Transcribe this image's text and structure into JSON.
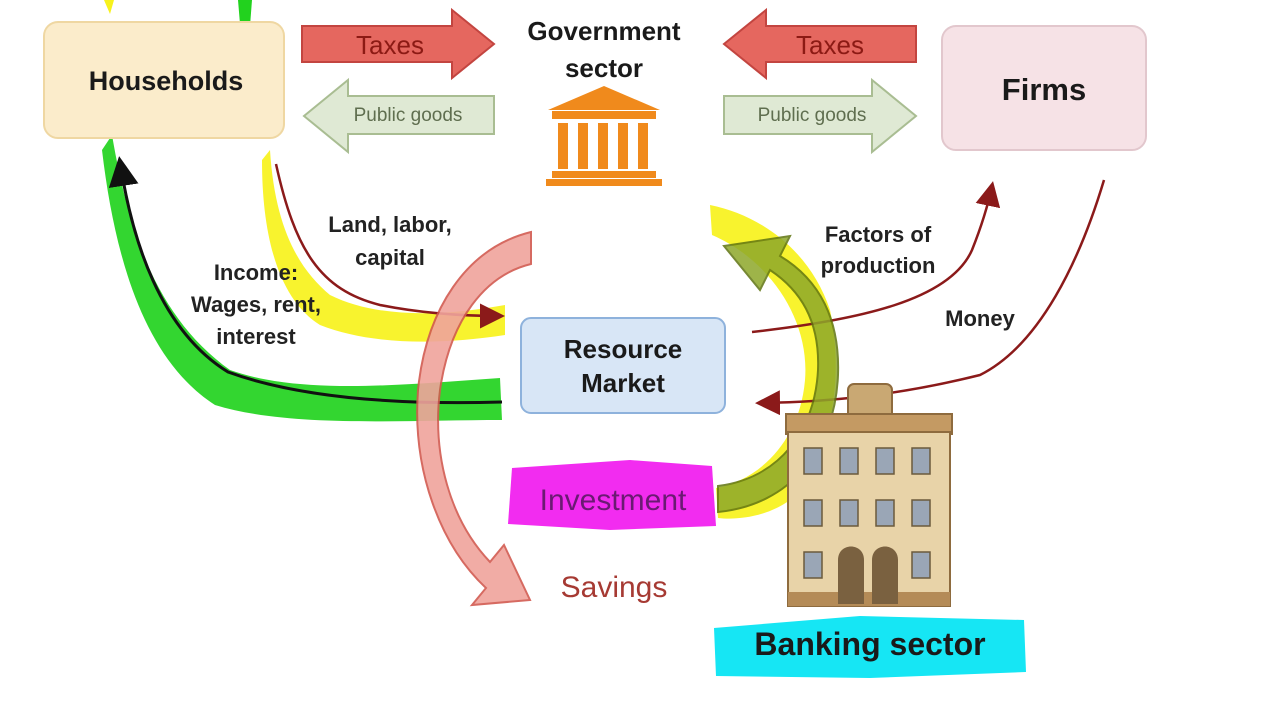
{
  "nodes": {
    "households": "Households",
    "firms": "Firms",
    "government_line1": "Government",
    "government_line2": "sector",
    "resource_market_line1": "Resource",
    "resource_market_line2": "Market",
    "banking_sector": "Banking sector",
    "investment": "Investment",
    "savings": "Savings"
  },
  "flows": {
    "taxes_left": "Taxes",
    "taxes_right": "Taxes",
    "public_goods_left": "Public goods",
    "public_goods_right": "Public goods",
    "land_labor_line1": "Land, labor,",
    "land_labor_line2": "capital",
    "income_line1": "Income:",
    "income_line2": "Wages, rent,",
    "income_line3": "interest",
    "factors_line1": "Factors of",
    "factors_line2": "production",
    "money": "Money"
  },
  "colors": {
    "households_fill": "#fbeccb",
    "firms_fill": "#f6e2e6",
    "resource_fill": "#d8e6f6",
    "taxes_arrow": "#e5675f",
    "public_goods_arrow": "#dfe9d4",
    "government_icon": "#f08a1c",
    "highlight_yellow": "#f7f21c",
    "highlight_green": "#22d21e",
    "highlight_magenta": "#f22cf0",
    "highlight_cyan": "#16e6f4"
  },
  "icons": {
    "government": "government-building-icon",
    "bank": "bank-building-icon"
  }
}
